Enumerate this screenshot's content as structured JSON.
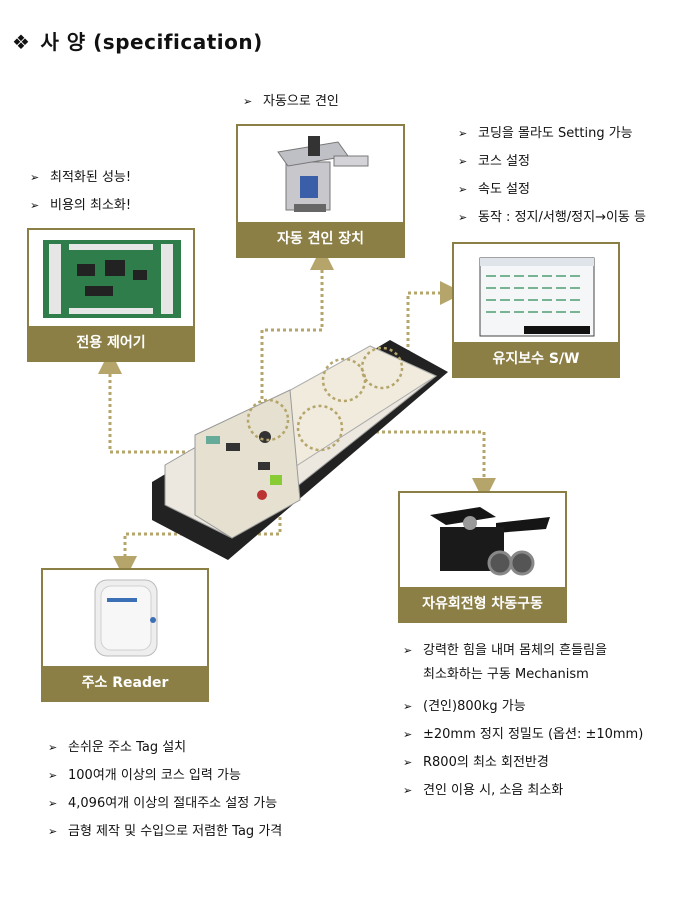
{
  "header": {
    "bullet_symbol": "❖",
    "title": "사 양 (specification)"
  },
  "arrow_symbol": "➢",
  "cards": {
    "controller": {
      "label": "전용 제어기",
      "bullets": [
        "최적화된 성능!",
        "비용의 최소화!"
      ]
    },
    "towing": {
      "label": "자동 견인 장치",
      "bullets": [
        "자동으로 견인"
      ]
    },
    "software": {
      "label": "유지보수 S/W",
      "bullets": [
        "코딩을 몰라도 Setting 가능",
        "코스 설정",
        "속도 설정",
        "동작 : 정지/서행/정지→이동 등"
      ]
    },
    "drive": {
      "label": "자유회전형 차동구동",
      "bullets": [
        "강력한 힘을 내며 몸체의 흔들림을",
        "최소화하는 구동 Mechanism",
        "(견인)800kg 가능",
        "±20mm 정지 정밀도 (옵션: ±10mm)",
        "R800의 최소 회전반경",
        "견인 이용 시, 소음 최소화"
      ]
    },
    "reader": {
      "label": "주소 Reader",
      "bullets": [
        "손쉬운 주소 Tag 설치",
        "100여개 이상의 코스 입력 가능",
        "4,096여개 이상의 절대주소 설정 가능",
        "금형 제작 및 수입으로 저렴한 Tag 가격"
      ]
    }
  },
  "colors": {
    "accent": "#8b7f46",
    "dotted_line": "#b5a56a"
  }
}
